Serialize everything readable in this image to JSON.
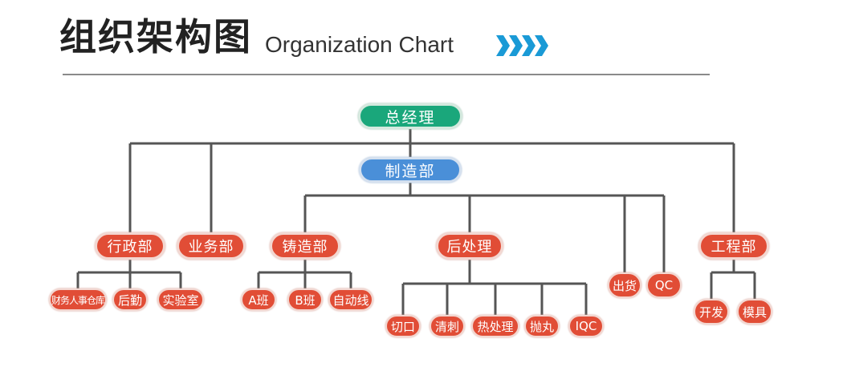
{
  "header": {
    "title_cn": "组织架构图",
    "title_en": "Organization Chart",
    "chevron_icon": "chevron-right-icon"
  },
  "colors": {
    "top": "#1aa77b",
    "mid": "#4a8fd8",
    "dept": "#e14d36",
    "line": "#555555",
    "chevron": "#1a9ad6"
  },
  "org": {
    "general_manager": "总经理",
    "manufacturing": "制造部",
    "admin": "行政部",
    "admin_units": [
      "财务人事仓库",
      "后勤",
      "实验室"
    ],
    "business": "业务部",
    "casting": "铸造部",
    "casting_units": [
      "A班",
      "B班",
      "自动线"
    ],
    "post_processing": "后处理",
    "post_units": [
      "切口",
      "清刺",
      "热处理",
      "抛丸",
      "IQC"
    ],
    "shipping": "出货",
    "qc": "QC",
    "engineering": "工程部",
    "engineering_units": [
      "开发",
      "模具"
    ]
  }
}
